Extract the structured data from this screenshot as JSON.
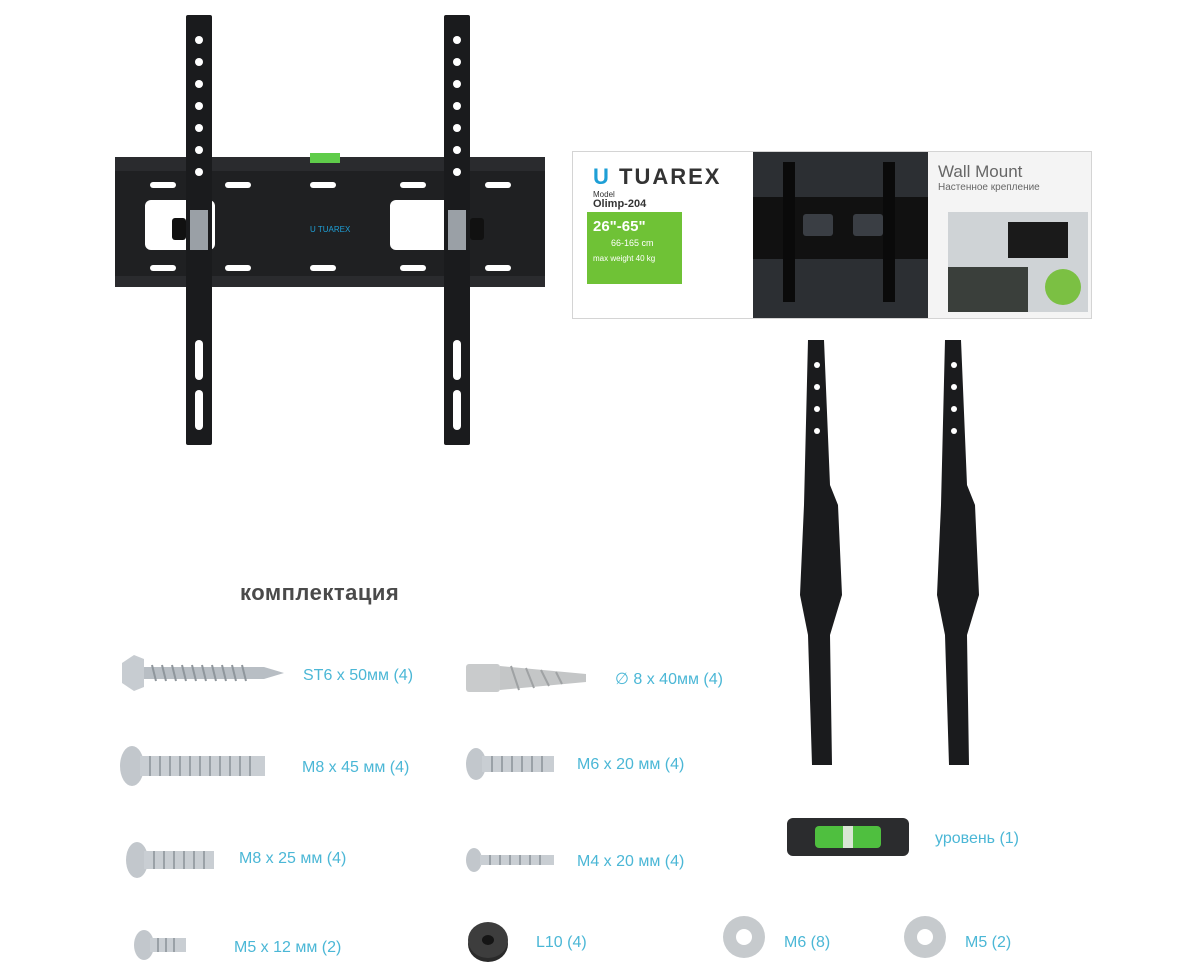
{
  "box": {
    "brand": "TUAREX",
    "brand_initial": "U",
    "model_label": "Model",
    "model_value": "Olimp-204",
    "size_range": "26\"-65\"",
    "size_cm": "66-165 cm",
    "max_weight": "max weight 40 kg",
    "title_en": "Wall Mount",
    "title_ru": "Настенное крепление"
  },
  "heading": "комплектация",
  "items": [
    {
      "label": "ST6 x 50мм (4)"
    },
    {
      "label": "∅ 8 x 40мм (4)"
    },
    {
      "label": "M8 x 45 мм (4)"
    },
    {
      "label": "M6 x 20 мм (4)"
    },
    {
      "label": "M8 x 25 мм (4)"
    },
    {
      "label": "M4 x 20 мм (4)"
    },
    {
      "label": "уровень (1)"
    },
    {
      "label": "M5 x 12 мм (2)"
    },
    {
      "label": "L10 (4)"
    },
    {
      "label": "M6 (8)"
    },
    {
      "label": "M5 (2)"
    }
  ],
  "colors": {
    "label": "#4bb7d6",
    "mount": "#1f2022",
    "metal": "#c7ccd1",
    "green": "#6fc236"
  }
}
